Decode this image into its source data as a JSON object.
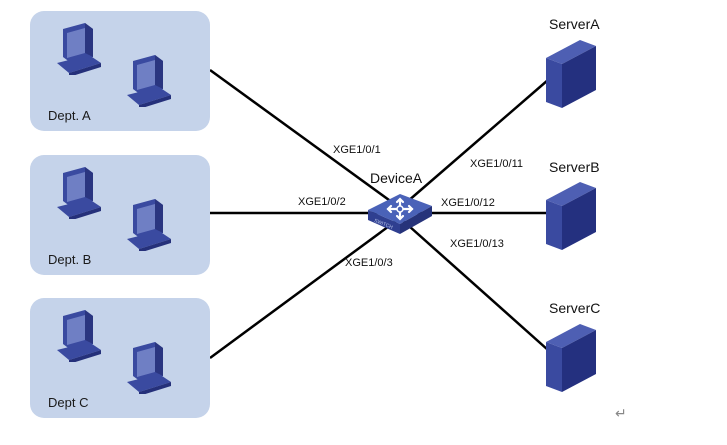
{
  "diagram": {
    "departments": [
      {
        "id": "dept-a",
        "label": "Dept. A"
      },
      {
        "id": "dept-b",
        "label": "Dept. B"
      },
      {
        "id": "dept-c",
        "label": "Dept C"
      }
    ],
    "device": {
      "label": "DeviceA",
      "type": "switch",
      "badge": "SWITCH"
    },
    "servers": [
      {
        "id": "server-a",
        "label": "ServerA"
      },
      {
        "id": "server-b",
        "label": "ServerB"
      },
      {
        "id": "server-c",
        "label": "ServerC"
      }
    ],
    "ports": {
      "dept_a": "XGE1/0/1",
      "dept_b": "XGE1/0/2",
      "dept_c": "XGE1/0/3",
      "server_a": "XGE1/0/11",
      "server_b": "XGE1/0/12",
      "server_c": "XGE1/0/13"
    },
    "paragraph_mark": "↵",
    "colors": {
      "group_fill": "#c5d3ea",
      "device_blue": "#3a4fa8",
      "server_blue": "#2b3590",
      "link": "#000000"
    }
  }
}
